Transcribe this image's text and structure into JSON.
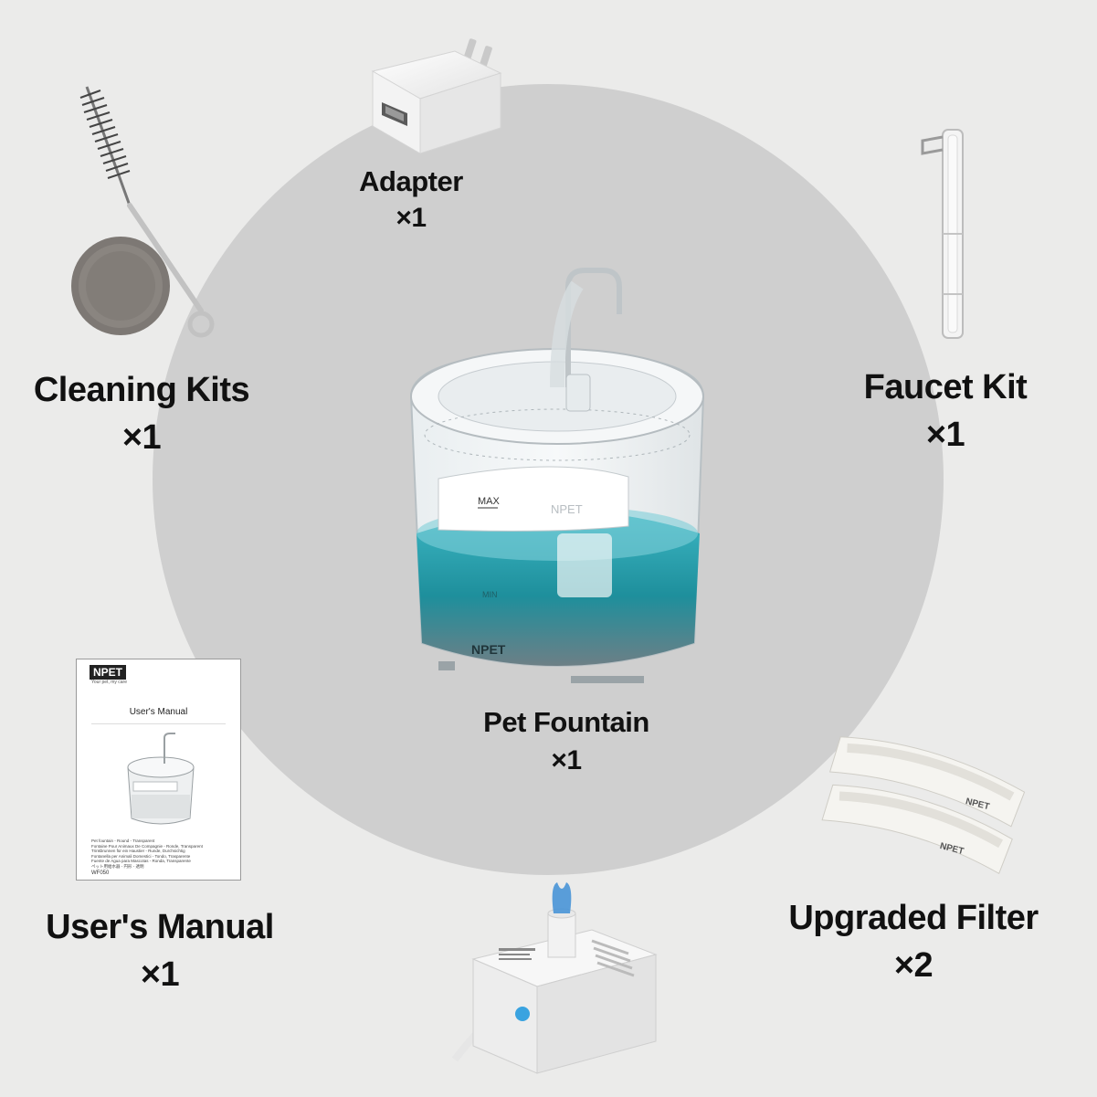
{
  "items": {
    "adapter": {
      "name": "Adapter",
      "qty": "×1"
    },
    "cleaning_kits": {
      "name": "Cleaning Kits",
      "qty": "×1"
    },
    "faucet_kit": {
      "name": "Faucet Kit",
      "qty": "×1"
    },
    "pet_fountain": {
      "name": "Pet Fountain",
      "qty": "×1"
    },
    "users_manual": {
      "name": "User's Manual",
      "qty": "×1"
    },
    "upgraded_filter": {
      "name": "Upgraded Filter",
      "qty": "×2"
    }
  },
  "product_marks": {
    "fountain_brand": "NPET",
    "max_mark": "MAX",
    "min_mark": "MIN",
    "filter_brand": "NPET"
  },
  "manual_cover": {
    "brand": "NPET",
    "tagline": "Your pet, my care",
    "title": "User's Manual",
    "languages": [
      "Pet fountain - Round - Transparent",
      "Fontaine Pour Animaux De Compagnie - Ronde, Transparent",
      "Trinkbrunnen für ein Haustier - Runde, Durchsichtig",
      "Fontanella per Animali Domestici - Tondo, Trasparente",
      "Fuente de Agua para Mascotas - Ronda, Transparente",
      "ペット用給水器 - 円形 - 透明"
    ],
    "model": "WF050"
  },
  "colors": {
    "background": "#ebebea",
    "circle": "#cfcfcf",
    "water": "#2aa6b4",
    "pump_accent": "#3aa3e0"
  }
}
